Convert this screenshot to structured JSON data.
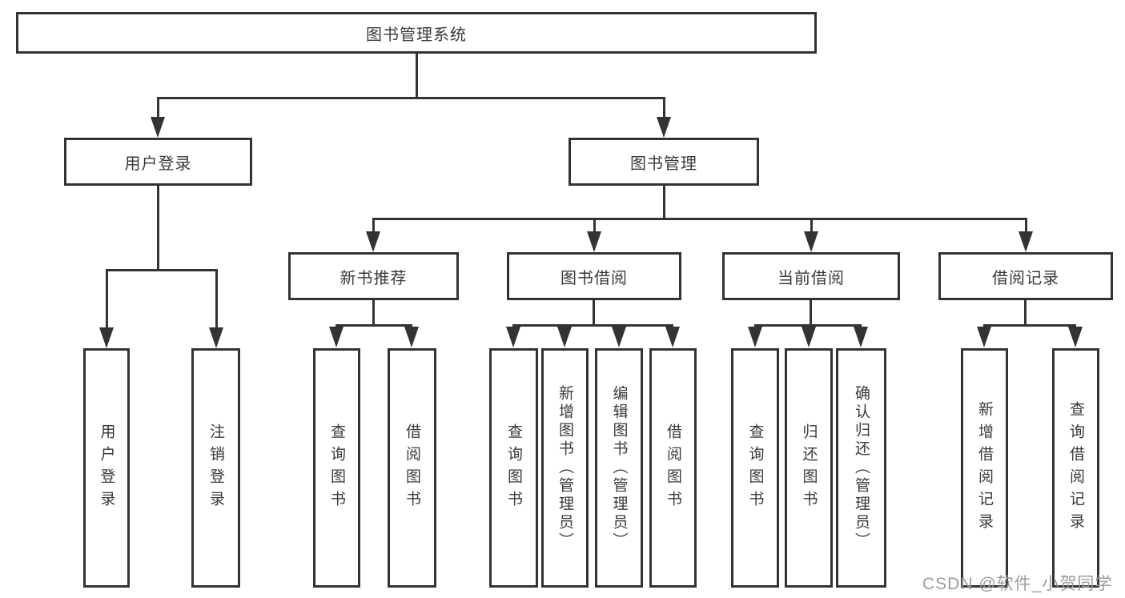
{
  "colors": {
    "line": "#333333",
    "text": "#3a3a3a",
    "box_bg": "#ffffff",
    "watermark": "#9b9ba3",
    "background": "#ffffff"
  },
  "diagram": {
    "root": {
      "label": "图书管理系统"
    },
    "level2": [
      {
        "label": "用户登录"
      },
      {
        "label": "图书管理"
      }
    ],
    "level3": [
      {
        "label": "新书推荐"
      },
      {
        "label": "图书借阅"
      },
      {
        "label": "当前借阅"
      },
      {
        "label": "借阅记录"
      }
    ],
    "leaves": [
      {
        "label": "用户登录"
      },
      {
        "label": "注销登录"
      },
      {
        "label": "查询图书"
      },
      {
        "label": "借阅图书"
      },
      {
        "label": "查询图书"
      },
      {
        "label": "新增图书（管理员）"
      },
      {
        "label": "编辑图书（管理员）"
      },
      {
        "label": "借阅图书"
      },
      {
        "label": "查询图书"
      },
      {
        "label": "归还图书"
      },
      {
        "label": "确认归还（管理员）"
      },
      {
        "label": "新增借阅记录"
      },
      {
        "label": "查询借阅记录"
      }
    ]
  },
  "watermark": {
    "text": "CSDN @软件_小贺同学"
  }
}
